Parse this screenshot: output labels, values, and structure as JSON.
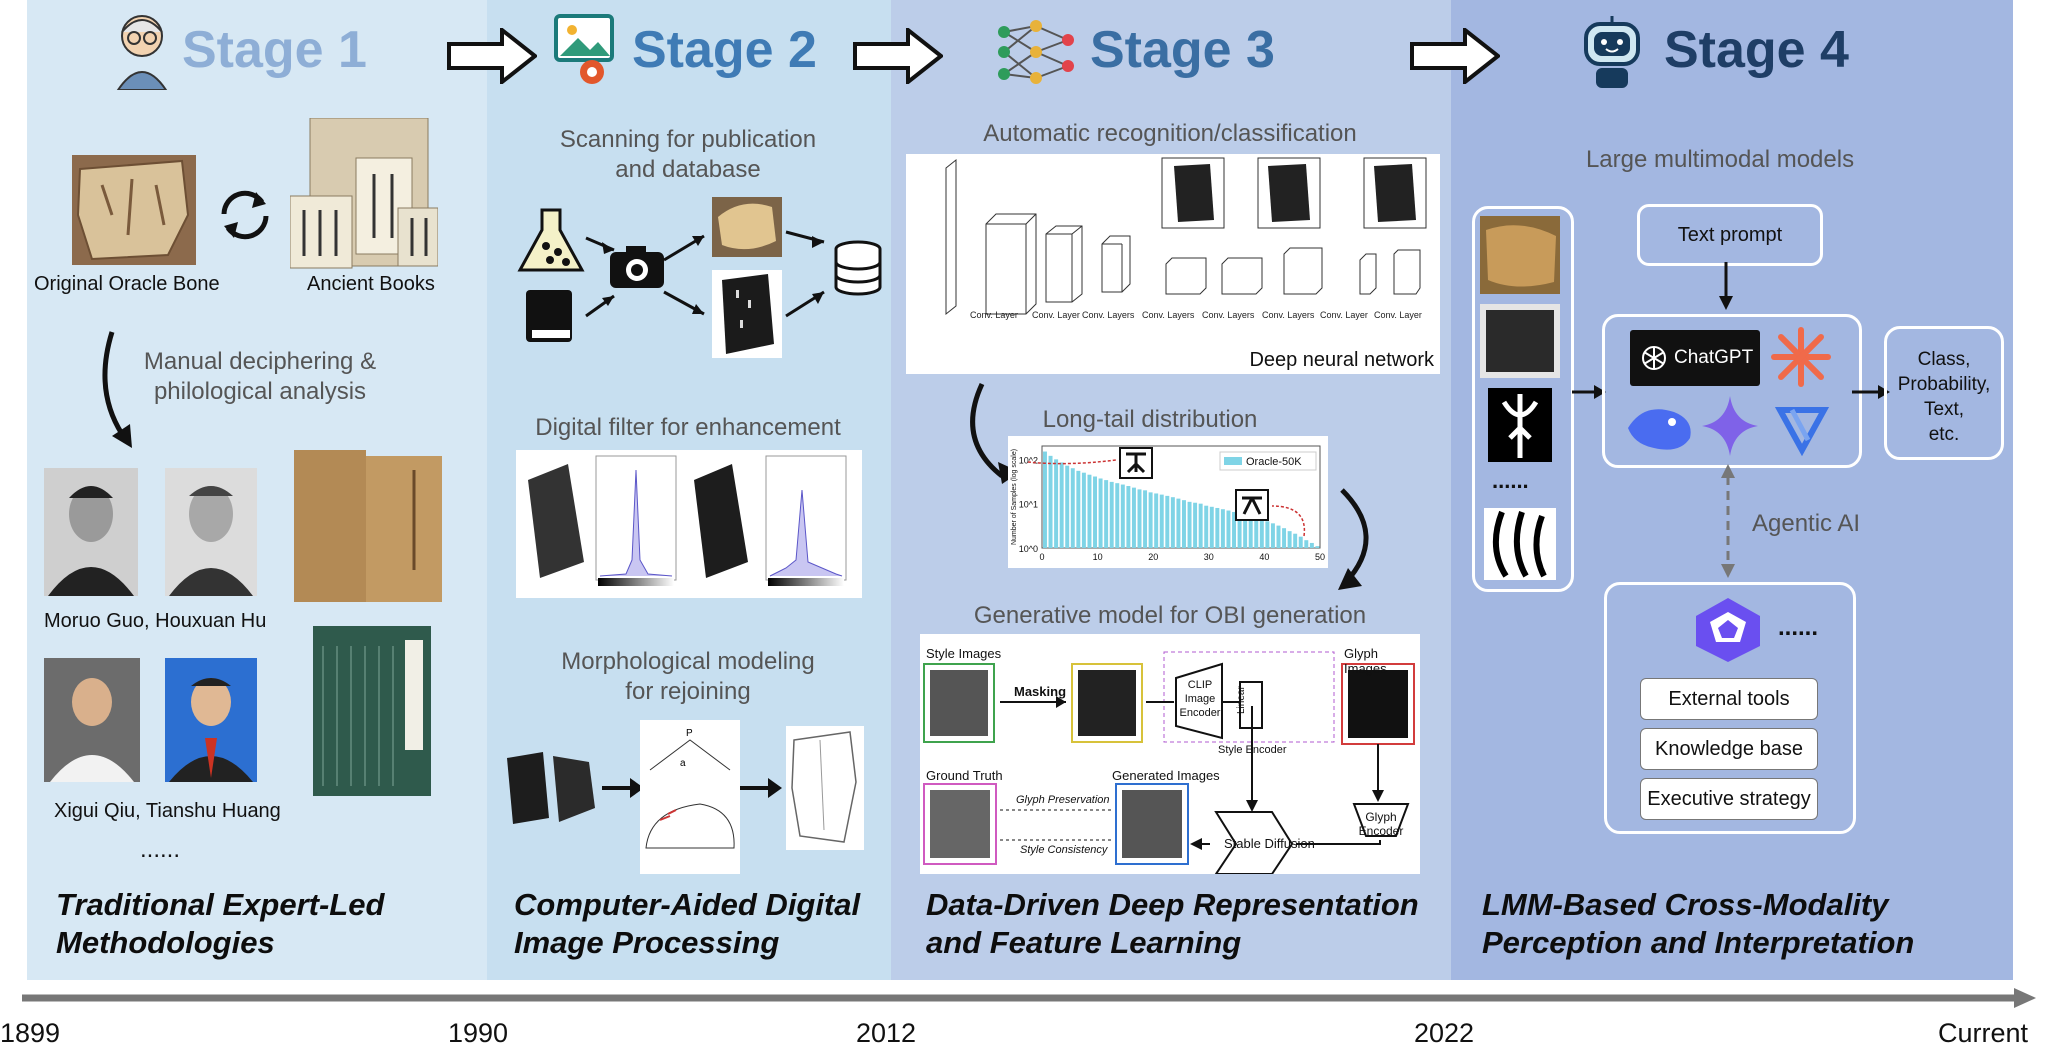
{
  "stages": [
    {
      "title": "Stage 1",
      "color": "#8eaed6"
    },
    {
      "title": "Stage 2",
      "color": "#3f7bb5"
    },
    {
      "title": "Stage 3",
      "color": "#3a6ea3"
    },
    {
      "title": "Stage 4",
      "color": "#1f3e66"
    }
  ],
  "stage1": {
    "original_oracle_bone": "Original Oracle Bone",
    "ancient_books": "Ancient Books",
    "manual_line1": "Manual deciphering &",
    "manual_line2": "philological analysis",
    "scholars1": "Moruo Guo, Houxuan Hu",
    "scholars2": "Xigui Qiu, Tianshu Huang",
    "ellipsis": "......",
    "footer_line1": "Traditional Expert-Led",
    "footer_line2": "Methodologies"
  },
  "stage2": {
    "scanning_line1": "Scanning for publication",
    "scanning_line2": "and database",
    "filter": "Digital filter for enhancement",
    "morph_line1": "Morphological modeling",
    "morph_line2": "for rejoining",
    "footer_line1": "Computer-Aided Digital",
    "footer_line2": "Image Processing"
  },
  "stage3": {
    "auto_recog": "Automatic recognition/classification",
    "dnn": "Deep neural network",
    "cnn_labels": [
      "Conv. Layer",
      "Conv. Layer",
      "Conv. Layers",
      "Conv. Layers",
      "Conv. Layers",
      "Conv. Layers",
      "Conv. Layer",
      "Conv. Layer"
    ],
    "long_tail": "Long-tail distribution",
    "long_tail_legend": "Oracle-50K",
    "long_tail_ylabel": "Number of Samples (log scale)",
    "gen_model": "Generative model for OBI generation",
    "style_images": "Style Images",
    "masking": "Masking",
    "clip": "CLIP",
    "image": "Image",
    "encoder": "Encoder",
    "linear": "Linear",
    "style_encoder": "Style Encoder",
    "glyph_images": "Glyph Images",
    "glyph": "Glyph",
    "ground_truth": "Ground Truth",
    "generated_images": "Generated Images",
    "glyph_pres": "Glyph Preservation",
    "style_cons": "Style Consistency",
    "stable_diffusion": "Stable Diffusion",
    "footer_line1": "Data-Driven Deep Representation",
    "footer_line2": "and Feature Learning"
  },
  "stage4": {
    "lmm": "Large multimodal models",
    "text_prompt": "Text prompt",
    "chatgpt": "ChatGPT",
    "output_lines": [
      "Class,",
      "Probability,",
      "Text,",
      "etc."
    ],
    "agentic": "Agentic AI",
    "ellipsis": "......",
    "ellipsis_left": "......",
    "tools": [
      "External tools",
      "Knowledge base",
      "Executive strategy"
    ],
    "footer_line1": "LMM-Based Cross-Modality",
    "footer_line2": "Perception and Interpretation"
  },
  "timeline": {
    "years": [
      "1899",
      "1990",
      "2012",
      "2022",
      "Current"
    ],
    "axis_color": "#777777"
  },
  "chart_data": {
    "type": "bar",
    "series": [
      {
        "name": "Oracle-50K"
      }
    ],
    "ylabel": "Number of Samples (log scale)",
    "x_ticks": [
      "0",
      "10",
      "20",
      "30",
      "40",
      "50"
    ],
    "y_ticks": [
      "10^0",
      "10^1",
      "10^2"
    ],
    "yscale": "log",
    "values": [
      150,
      120,
      100,
      85,
      72,
      63,
      55,
      50,
      45,
      41,
      37,
      34,
      31,
      29,
      27,
      25,
      23,
      21,
      20,
      18,
      17,
      16,
      15,
      14,
      13,
      12,
      11,
      10.5,
      10,
      9,
      8.5,
      8,
      7.5,
      7,
      6.5,
      6,
      5.6,
      5.2,
      4.8,
      4.4,
      4,
      3.6,
      3.2,
      2.8,
      2.4,
      2.1,
      1.8,
      1.5,
      1.3,
      1.1
    ]
  }
}
